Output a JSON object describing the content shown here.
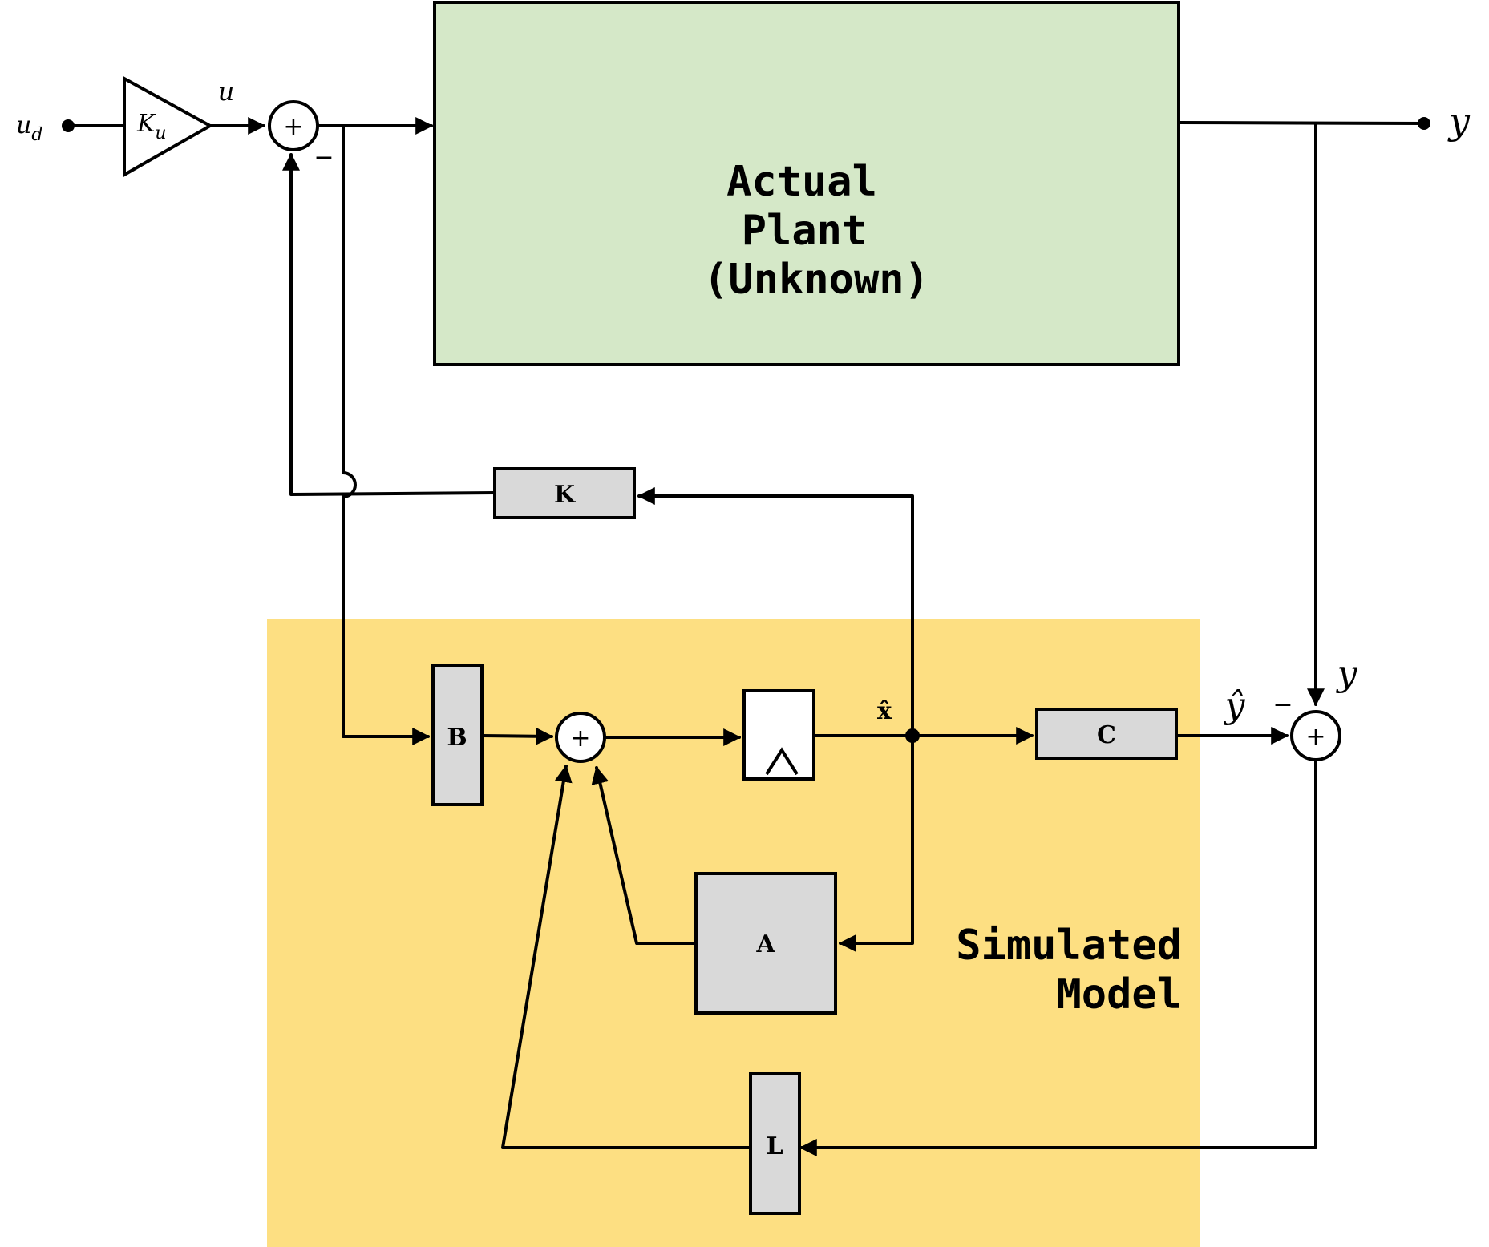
{
  "colors": {
    "plant_fill": "#d5e8c8",
    "model_fill": "#fddf82",
    "block_fill": "#d9d9d9"
  },
  "plant": {
    "line1": "Actual",
    "line2": "Plant",
    "line3": "(Unknown)"
  },
  "model": {
    "line1": "Simulated",
    "line2": "Model"
  },
  "blocks": {
    "gain": "K",
    "b": "B",
    "a": "A",
    "c": "C",
    "l": "L"
  },
  "gain_ku": {
    "base": "K",
    "sub": "u"
  },
  "signals": {
    "ud_base": "u",
    "ud_sub": "d",
    "u": "u",
    "y": "y",
    "y_at_sum": "y",
    "y_hat": "ŷ",
    "x_hat": "x̂"
  },
  "signs": {
    "plus": "+",
    "minus": "−"
  }
}
